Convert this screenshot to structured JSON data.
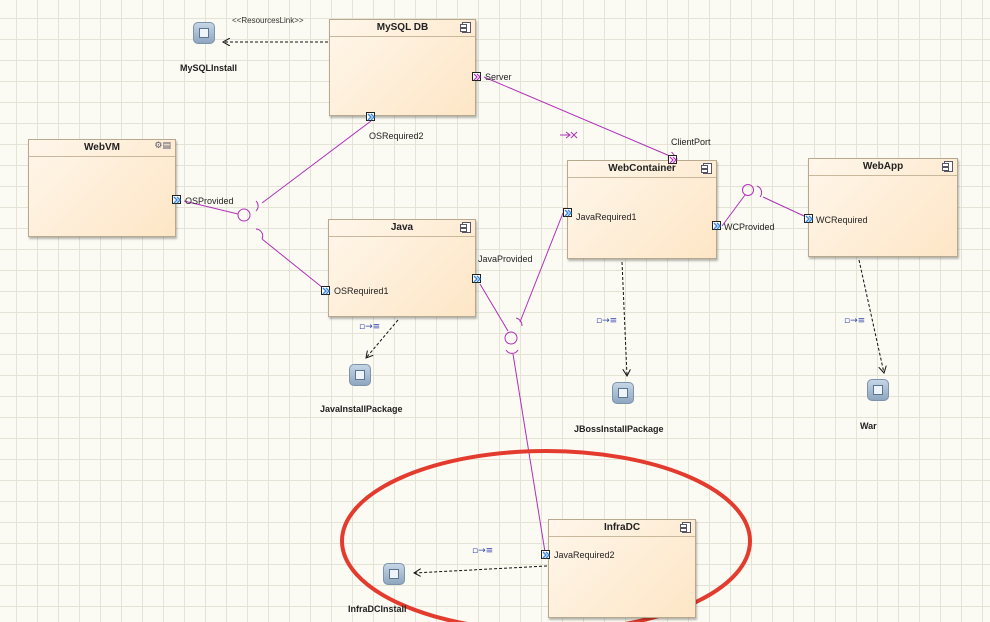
{
  "components": {
    "mysql_db": "MySQL DB",
    "webvm": "WebVM",
    "java": "Java",
    "webcontainer": "WebContainer",
    "webapp": "WebApp",
    "infradc": "InfraDC"
  },
  "ports": {
    "server": "Server",
    "os_required2": "OSRequired2",
    "os_provided": "OSProvided",
    "os_required1": "OSRequired1",
    "java_provided": "JavaProvided",
    "client_port": "ClientPort",
    "java_required1": "JavaRequired1",
    "wc_provided": "WCProvided",
    "wc_required": "WCRequired",
    "java_required2": "JavaRequired2"
  },
  "artifacts": {
    "mysql_install": "MySQLInstall",
    "java_install_package": "JavaInstallPackage",
    "jboss_install_package": "JBossInstallPackage",
    "war": "War",
    "infradc_install": "InfraDCInstall"
  },
  "stereotypes": {
    "resources_link": "<<ResourcesLink>>"
  },
  "icons": {
    "component": "component-icon",
    "artifact": "artifact-icon",
    "port": "port-icon",
    "dependency": "dependency-icon",
    "node": "node-icon"
  },
  "colors": {
    "connector": "#b030b8",
    "highlight_ellipse": "#e33b2e",
    "component_fill": "#fde6c6",
    "port_arrow": "#3a86d8"
  }
}
